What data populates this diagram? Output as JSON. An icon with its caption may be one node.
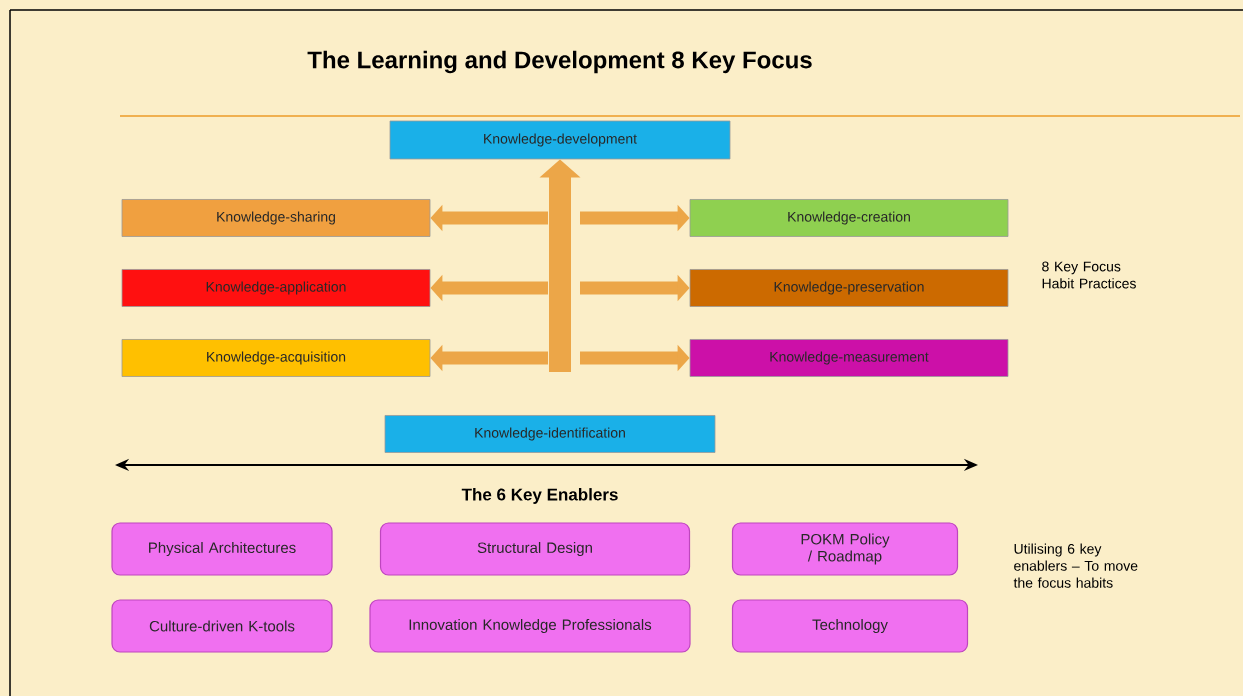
{
  "diagram": {
    "title": "The Learning and Development 8 Key Focus",
    "nodes": [
      {
        "text": [
          "Knowledge-development"
        ]
      },
      {
        "text": [
          "Knowledge-sharing"
        ]
      },
      {
        "text": [
          "Knowledge-creation"
        ]
      },
      {
        "text": [
          "Knowledge-application"
        ]
      },
      {
        "text": [
          "Knowledge-preservation"
        ]
      },
      {
        "text": [
          "Knowledge-acquisition"
        ]
      },
      {
        "text": [
          "Knowledge-measurement"
        ]
      },
      {
        "text": [
          "Knowledge-identification"
        ]
      },
      {
        "text": [
          "Physical Architectures"
        ]
      },
      {
        "text": [
          "Structural Design"
        ]
      },
      {
        "text": [
          "POKM Policy / Roadmap"
        ]
      },
      {
        "text": [
          "Culture-driven K-tools"
        ]
      },
      {
        "text": [
          "Innovation Knowledge Professionals"
        ]
      },
      {
        "text": [
          "Technology"
        ]
      }
    ],
    "edges": [
      {
        "from": null,
        "to": 0,
        "arrow": "to"
      },
      {
        "from": null,
        "to": 1,
        "arrow": "to"
      },
      {
        "from": null,
        "to": 2,
        "arrow": "to"
      },
      {
        "from": null,
        "to": 3,
        "arrow": "to"
      },
      {
        "from": null,
        "to": 4,
        "arrow": "to"
      },
      {
        "from": null,
        "to": 5,
        "arrow": "to"
      },
      {
        "from": null,
        "to": 6,
        "arrow": "to"
      }
    ],
    "labels": [
      "8 Key Focus Habit Practices",
      "The 6 Key Enablers",
      "Utilising 6 key enablers – To move the focus habits"
    ]
  }
}
